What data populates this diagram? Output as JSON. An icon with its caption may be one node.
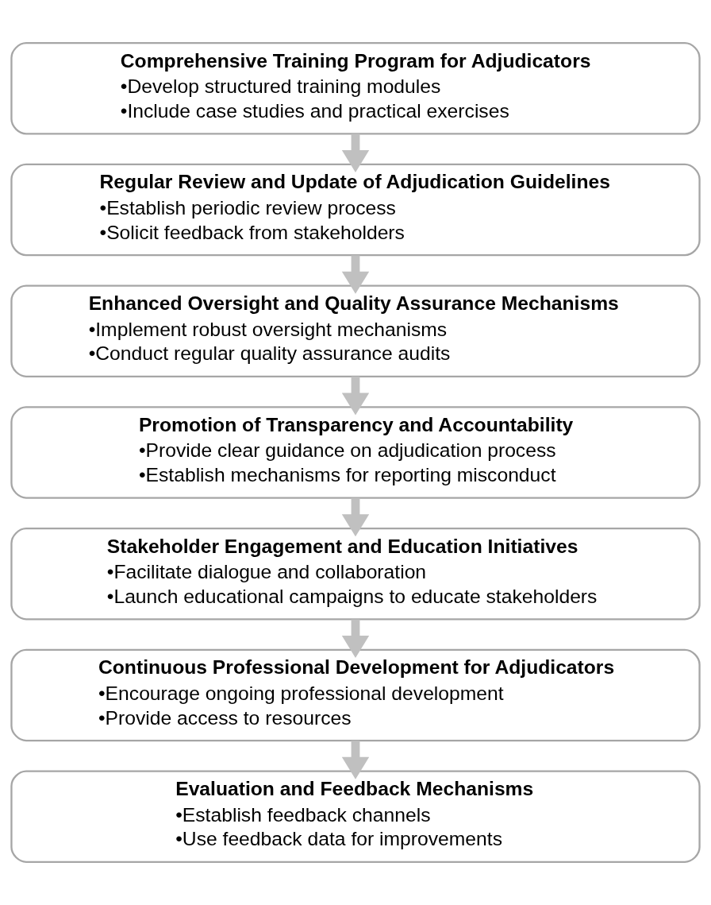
{
  "diagram": {
    "nodes": [
      {
        "text": [
          "Comprehensive Training Program for Adjudicators",
          "•Develop structured training modules",
          "•Include case studies and practical exercises"
        ]
      },
      {
        "text": [
          "Regular Review and Update of Adjudication Guidelines",
          "•Establish periodic review process",
          "•Solicit feedback from stakeholders"
        ]
      },
      {
        "text": [
          "Enhanced Oversight and Quality Assurance Mechanisms",
          "•Implement robust oversight mechanisms",
          "•Conduct regular quality assurance audits"
        ]
      },
      {
        "text": [
          "Promotion of Transparency and Accountability",
          "•Provide clear guidance on adjudication process",
          "•Establish mechanisms for reporting misconduct"
        ]
      },
      {
        "text": [
          "Stakeholder Engagement and Education Initiatives",
          "•Facilitate dialogue and collaboration",
          "•Launch educational campaigns to educate stakeholders"
        ]
      },
      {
        "text": [
          "Continuous Professional Development for Adjudicators",
          "•Encourage ongoing professional development",
          "•Provide access to resources"
        ]
      },
      {
        "text": [
          "Evaluation and Feedback Mechanisms",
          "•Establish feedback channels",
          "•Use feedback data for improvements"
        ]
      }
    ],
    "edges": [
      {
        "from": 0,
        "to": 1,
        "arrow": "to"
      },
      {
        "from": 1,
        "to": 2,
        "arrow": "to"
      },
      {
        "from": 2,
        "to": 3,
        "arrow": "to"
      },
      {
        "from": 3,
        "to": 4,
        "arrow": "to"
      },
      {
        "from": 4,
        "to": 5,
        "arrow": "to"
      },
      {
        "from": 5,
        "to": 6,
        "arrow": "to"
      }
    ]
  }
}
